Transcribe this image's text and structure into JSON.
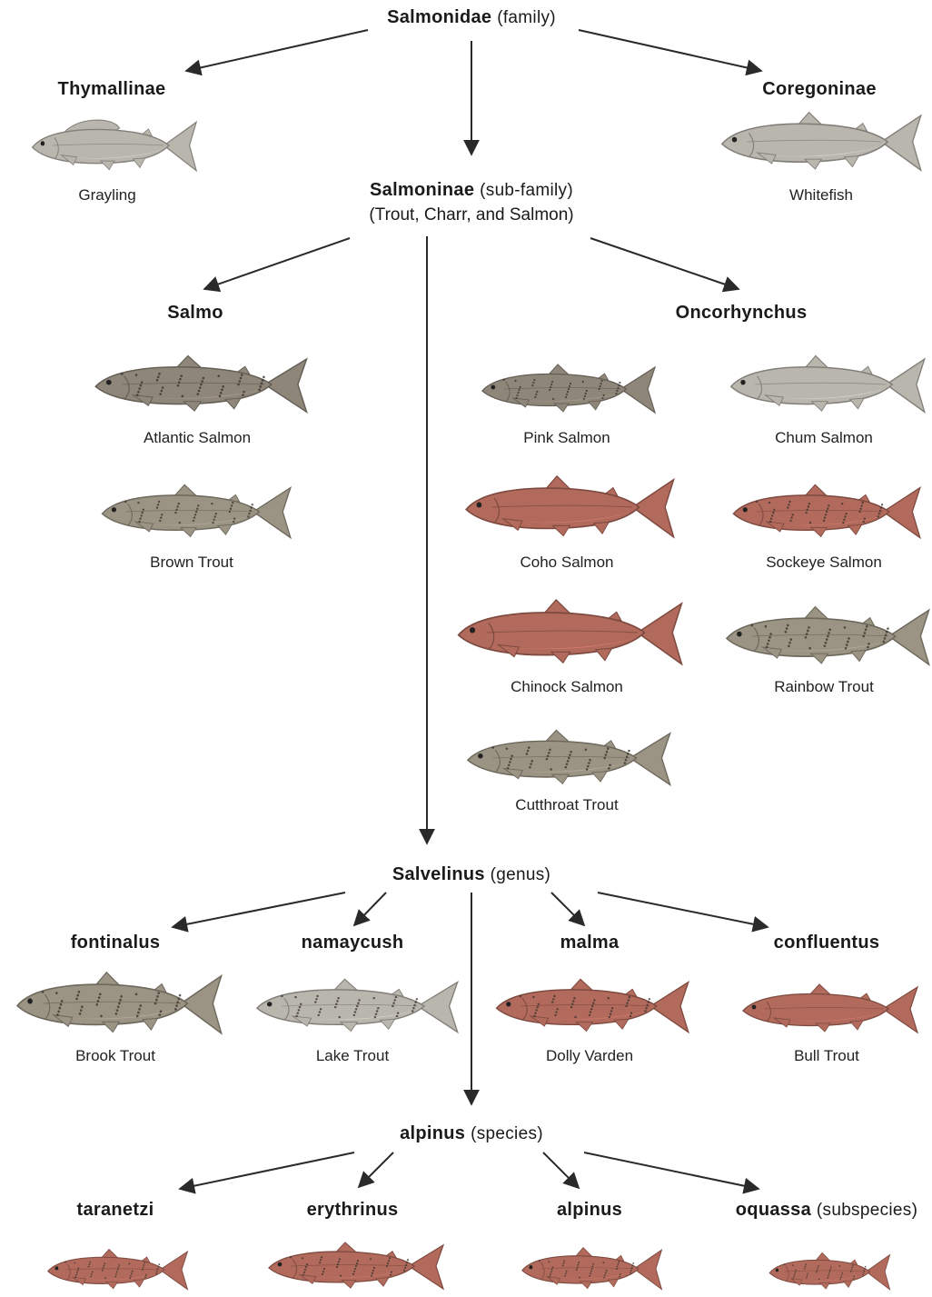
{
  "nodes": {
    "salmonidae": {
      "name": "Salmonidae",
      "qualifier": "(family)"
    },
    "thymallinae": {
      "name": "Thymallinae"
    },
    "coregoninae": {
      "name": "Coregoninae"
    },
    "salmoninae": {
      "name": "Salmoninae",
      "qualifier": "(sub-family)",
      "note": "(Trout, Charr, and Salmon)"
    },
    "salmo": {
      "name": "Salmo"
    },
    "oncorhynchus": {
      "name": "Oncorhynchus"
    },
    "salvelinus": {
      "name": "Salvelinus",
      "qualifier": "(genus)"
    },
    "fontinalus": {
      "name": "fontinalus"
    },
    "namaycush": {
      "name": "namaycush"
    },
    "malma": {
      "name": "malma"
    },
    "confluentus": {
      "name": "confluentus"
    },
    "alpinus_species": {
      "name": "alpinus",
      "qualifier": "(species)"
    },
    "taranetzi": {
      "name": "taranetzi"
    },
    "erythrinus": {
      "name": "erythrinus"
    },
    "alpinus_sub": {
      "name": "alpinus"
    },
    "oquassa": {
      "name": "oquassa",
      "qualifier": "(subspecies)"
    }
  },
  "fish": {
    "grayling": "Grayling",
    "whitefish": "Whitefish",
    "atlantic_salmon": "Atlantic Salmon",
    "brown_trout": "Brown Trout",
    "pink_salmon": "Pink Salmon",
    "chum_salmon": "Chum Salmon",
    "coho_salmon": "Coho Salmon",
    "sockeye_salmon": "Sockeye Salmon",
    "chinock_salmon": "Chinock Salmon",
    "rainbow_trout": "Rainbow Trout",
    "cutthroat_trout": "Cutthroat Trout",
    "brook_trout": "Brook Trout",
    "lake_trout": "Lake Trout",
    "dolly_varden": "Dolly Varden",
    "bull_trout": "Bull Trout"
  },
  "colors": {
    "arrow": "#2a2a2a",
    "silver_fish": "#b9b6ad",
    "brown_fish": "#8f867a",
    "red_fish": "#b26a5c",
    "spotted_fish": "#9b9484"
  }
}
